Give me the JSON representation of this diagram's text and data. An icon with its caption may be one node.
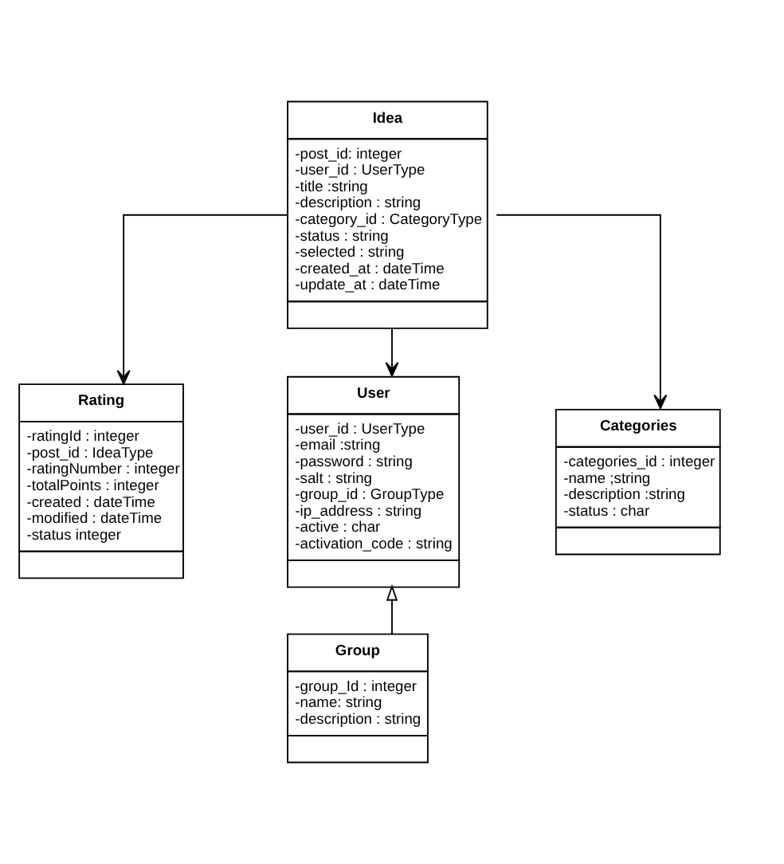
{
  "diagram": {
    "nodes": [
      {
        "text": [
          "Idea",
          "-post_id: integer",
          "-user_id : UserType",
          "-title :string",
          "-description : string",
          "-category_id : CategoryType",
          "-status : string",
          "-selected : string",
          "-created_at : dateTime",
          "-update_at : dateTime"
        ]
      },
      {
        "text": [
          "Rating",
          "-ratingId : integer",
          "-post_id : IdeaType",
          "-ratingNumber : integer",
          "-totalPoints : integer",
          "-created : dateTime",
          "-modified : dateTime",
          "-status integer"
        ]
      },
      {
        "text": [
          "User",
          "-user_id : UserType",
          "-email :string",
          "-password : string",
          "-salt : string",
          "-group_id : GroupType",
          "-ip_address : string",
          "-active : char",
          "-activation_code : string"
        ]
      },
      {
        "text": [
          "Categories",
          "-categories_id : integer",
          "-name ;string",
          "-description :string",
          "-status : char"
        ]
      },
      {
        "text": [
          "Group",
          "-group_Id : integer",
          "-name: string",
          "-description : string"
        ]
      }
    ],
    "edges": [
      {
        "from": 0,
        "to": 1,
        "arrow": "to"
      },
      {
        "from": 0,
        "to": 2,
        "arrow": "to"
      },
      {
        "from": 0,
        "to": 3,
        "arrow": "to"
      },
      {
        "from": 4,
        "to": 2,
        "arrow": "to"
      }
    ]
  }
}
